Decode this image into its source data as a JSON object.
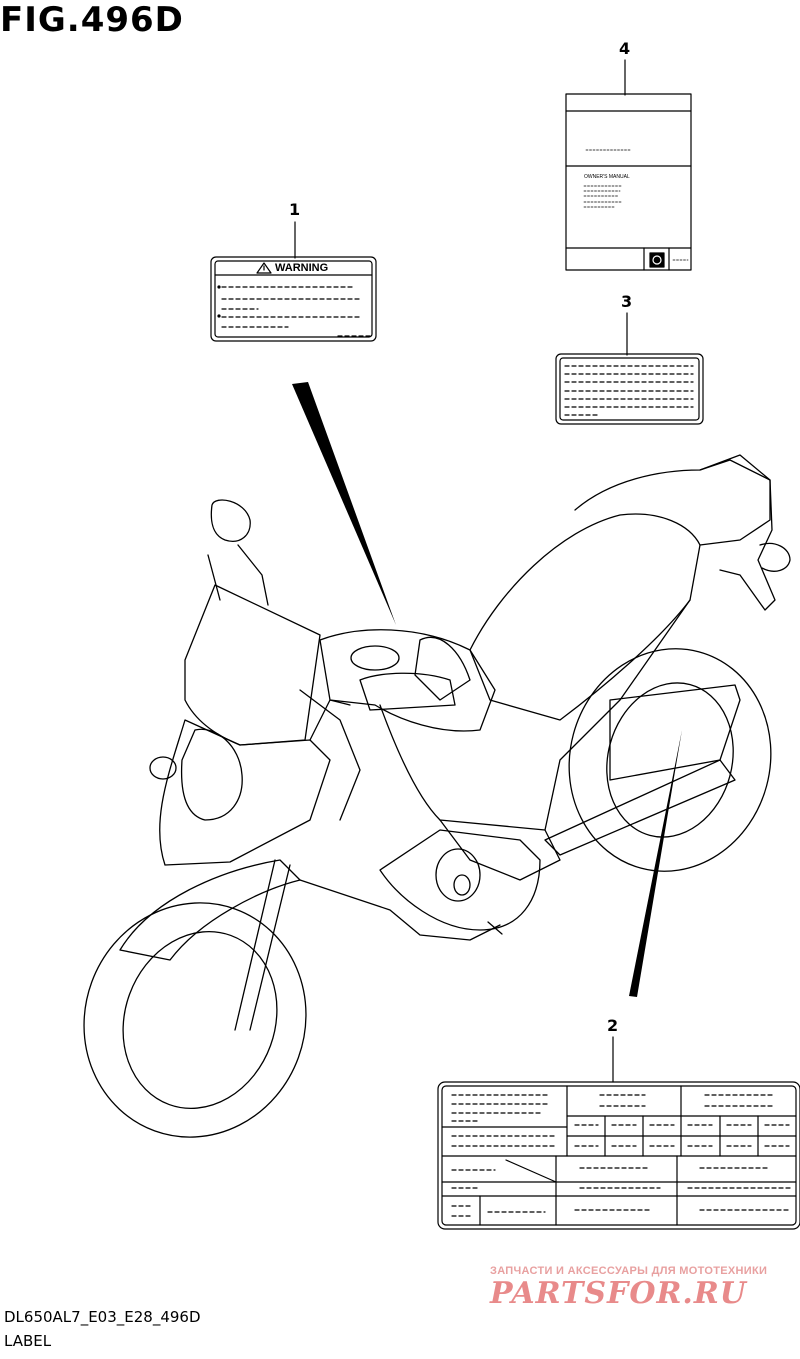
{
  "figure": {
    "title": "FIG.496D"
  },
  "callouts": [
    {
      "number": "1"
    },
    {
      "number": "2"
    },
    {
      "number": "3"
    },
    {
      "number": "4"
    }
  ],
  "label_1": {
    "heading": "WARNING",
    "icon": "warning-triangle-icon"
  },
  "label_4": {
    "caption": "OWNER'S MANUAL",
    "logo": "suzuki-logo-icon"
  },
  "footer": {
    "code": "DL650AL7_E03_E28_496D",
    "section": "LABEL"
  },
  "watermark": {
    "tagline": "ЗАПЧАСТИ И АКСЕССУАРЫ ДЛЯ МОТОТЕХНИКИ",
    "brand": "PARTSFOR.RU"
  }
}
